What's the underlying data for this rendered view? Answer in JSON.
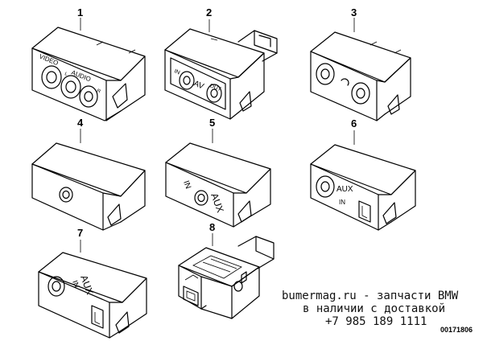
{
  "diagram": {
    "parts": [
      {
        "number": "1",
        "labels": [
          "VIDEO",
          "AUDIO",
          "L",
          "R"
        ]
      },
      {
        "number": "2",
        "labels": [
          "IN",
          "AV",
          "OUT"
        ]
      },
      {
        "number": "3",
        "labels": []
      },
      {
        "number": "4",
        "labels": []
      },
      {
        "number": "5",
        "labels": [
          "AUX",
          "IN"
        ]
      },
      {
        "number": "6",
        "labels": [
          "AUX",
          "IN"
        ]
      },
      {
        "number": "7",
        "labels": [
          "AUX",
          "IN"
        ]
      },
      {
        "number": "8",
        "labels": []
      }
    ]
  },
  "watermark": {
    "line1": "bumermag.ru - запчасти BMW",
    "line2": "в наличии с доставкой",
    "line3": "+7 985 189 1111"
  },
  "document_id": "00171806"
}
